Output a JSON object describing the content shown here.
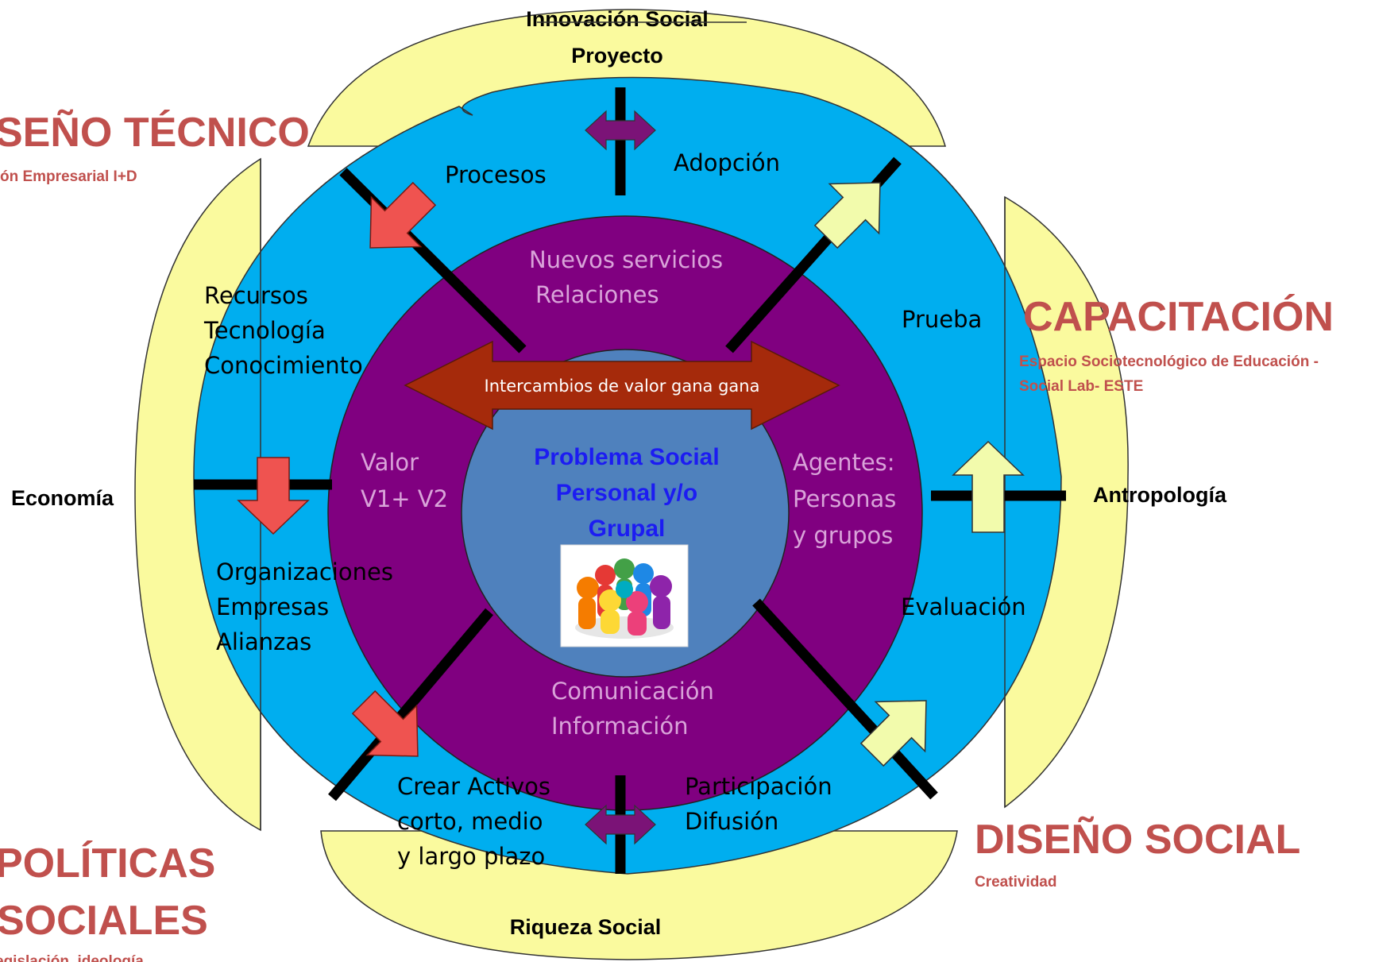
{
  "colors": {
    "outer_ring": "#00aeef",
    "middle_ring": "#800080",
    "core": "#4f81bd",
    "pods": "#fafa9e",
    "pods_stroke": "#333333",
    "spokes": "#000000",
    "red_arrow": "#ef5350",
    "yellow_arrow": "#f2fbac",
    "purple_arrow": "#7b1377",
    "exchange_arrow": "#a52a0b",
    "heading_red": "#c0504d",
    "core_text": "#1c1cf2"
  },
  "pods": {
    "top_title": "Innovación Social",
    "top_subtitle": "Proyecto",
    "bottom": "Riqueza Social",
    "left": "Economía",
    "right": "Antropología"
  },
  "headings": {
    "tecnico": {
      "title": "SEÑO TÉCNICO",
      "subtitle": "ón Empresarial I+D"
    },
    "capacitacion": {
      "title": "CAPACITACIÓN",
      "subtitle_line1": "Espacio Sociotecnológico de Educación -",
      "subtitle_line2": "Social Lab- ESTE"
    },
    "social": {
      "title": "DISEÑO SOCIAL",
      "subtitle": "Creatividad"
    },
    "politicas": {
      "line1": "POLÍTICAS",
      "line2": "SOCIALES",
      "subtitle": "egislación, ideología"
    }
  },
  "outer_ring": {
    "procesos": "Procesos",
    "adopcion": "Adopción",
    "recursos": [
      "Recursos",
      "Tecnología",
      "Conocimiento"
    ],
    "prueba": "Prueba",
    "organizaciones": [
      "Organizaciones",
      "Empresas",
      "Alianzas"
    ],
    "evaluacion": "Evaluación",
    "crear_activos": [
      "Crear Activos",
      "corto, medio",
      "y largo plazo"
    ],
    "participacion": [
      "Participación",
      "Difusión"
    ]
  },
  "middle_ring": {
    "nuevos": [
      "Nuevos servicios",
      "Relaciones"
    ],
    "valor": [
      "Valor",
      "V1+ V2"
    ],
    "agentes": [
      "Agentes:",
      "Personas",
      "y grupos"
    ],
    "comunicacion": [
      "Comunicación",
      "Información"
    ]
  },
  "exchange_arrow_label": "Intercambios de valor gana gana",
  "core": {
    "lines": [
      "Problema Social",
      "Personal y/o",
      "Grupal"
    ]
  },
  "icons": {
    "core_image": "people-circle-icon"
  }
}
